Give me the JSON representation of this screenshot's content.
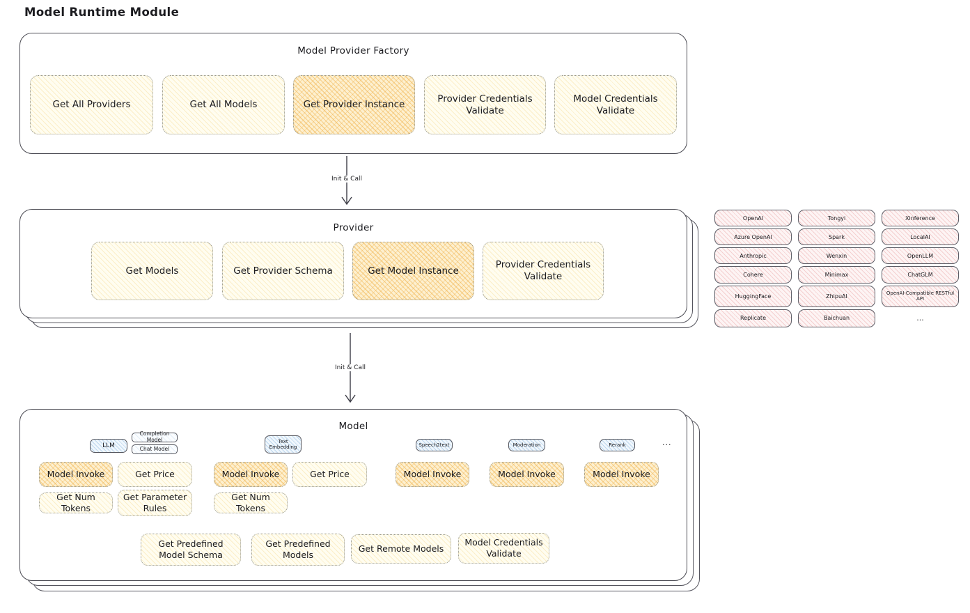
{
  "page": {
    "title": "Model Runtime Module"
  },
  "factory": {
    "title": "Model Provider Factory",
    "buttons": {
      "get_all_providers": "Get All Providers",
      "get_all_models": "Get All Models",
      "get_provider_instance": "Get Provider Instance",
      "provider_credentials_validate": "Provider Credentials Validate",
      "model_credentials_validate": "Model Credentials Validate"
    }
  },
  "arrows": {
    "factory_to_provider": "Init & Call",
    "provider_to_model": "Init & Call"
  },
  "provider": {
    "title": "Provider",
    "buttons": {
      "get_models": "Get Models",
      "get_provider_schema": "Get Provider Schema",
      "get_model_instance": "Get Model Instance",
      "provider_credentials_validate": "Provider Credentials Validate"
    }
  },
  "providers_list": {
    "items": [
      "OpenAI",
      "Tongyi",
      "Xinference",
      "Azure OpenAI",
      "Spark",
      "LocalAI",
      "Anthropic",
      "Wenxin",
      "OpenLLM",
      "Cohere",
      "Minimax",
      "ChatGLM",
      "HuggingFace",
      "ZhipuAI",
      "OpenAI-Compatible RESTful API",
      "Replicate",
      "Baichuan"
    ],
    "more": "..."
  },
  "model": {
    "title": "Model",
    "types": {
      "llm": "LLM",
      "completion_model": "Completion Model",
      "chat_model": "Chat Model",
      "text_embedding": "Text Embedding",
      "speech2text": "Speech2text",
      "moderation": "Moderation",
      "rerank": "Rerank",
      "more": "..."
    },
    "buttons": {
      "model_invoke": "Model Invoke",
      "get_price": "Get Price",
      "get_num_tokens": "Get Num Tokens",
      "get_parameter_rules": "Get Parameter Rules",
      "get_predefined_model_schema": "Get Predefined Model Schema",
      "get_predefined_models": "Get Predefined Models",
      "get_remote_models": "Get Remote Models",
      "model_credentials_validate": "Model Credentials Validate"
    }
  },
  "colors": {
    "box_border": "#4a4a52",
    "button_fill": "#fffdf0",
    "button_highlight": "#fdf0d0",
    "provider_cell_fill": "#fdf4f4",
    "type_badge_fill": "#f0f7fd"
  }
}
